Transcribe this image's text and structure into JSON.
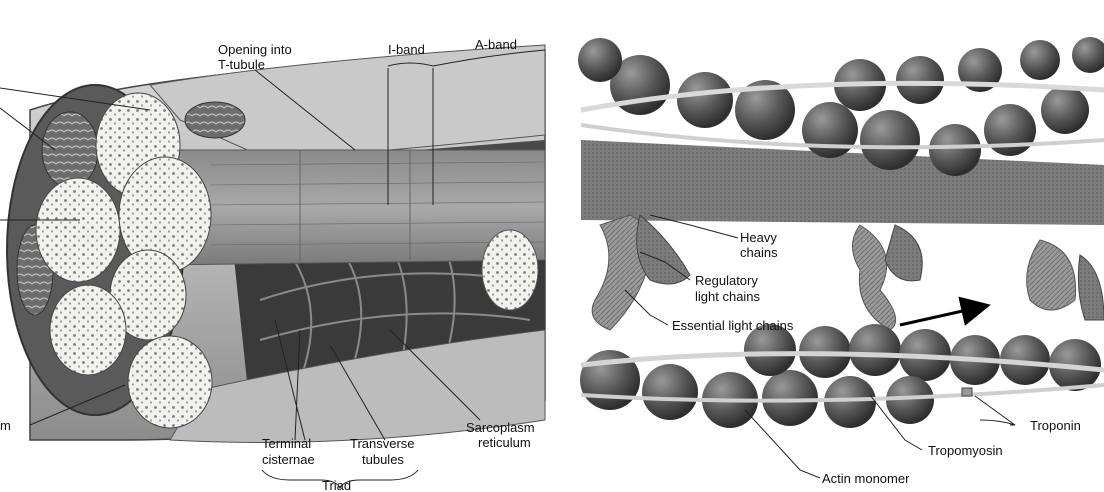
{
  "left_panel": {
    "labels": {
      "opening": [
        "Opening into",
        "T-tubule"
      ],
      "i_band": "I-band",
      "a_band": "A-band",
      "edge_m": "m",
      "terminal": [
        "Terminal",
        "cisternae"
      ],
      "transverse": [
        "Transverse",
        "tubules"
      ],
      "sarcoplasm": [
        "Sarcoplasm",
        "reticulum"
      ],
      "triad": "Triad"
    }
  },
  "right_panel": {
    "labels": {
      "heavy": [
        "Heavy",
        "chains"
      ],
      "regulatory": [
        "Regulatory",
        "light chains"
      ],
      "essential": "Essential light chains",
      "troponin": "Troponin",
      "tropomyosin": "Tropomyosin",
      "actin": "Actin monomer"
    }
  }
}
